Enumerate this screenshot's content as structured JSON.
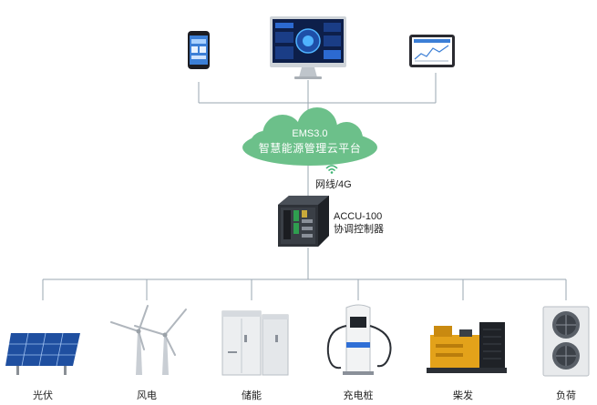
{
  "cloud": {
    "line1": "EMS3.0",
    "line2": "智慧能源管理云平台"
  },
  "connection": {
    "label": "网线/4G",
    "icon": "wifi-icon"
  },
  "controller": {
    "model": "ACCU-100",
    "name": "协调控制器"
  },
  "devices": [
    {
      "label": "光伏",
      "icon": "solar-panel-icon"
    },
    {
      "label": "风电",
      "icon": "wind-turbine-icon"
    },
    {
      "label": "储能",
      "icon": "energy-storage-cabinet-icon"
    },
    {
      "label": "充电桩",
      "icon": "ev-charger-icon"
    },
    {
      "label": "柴发",
      "icon": "diesel-generator-icon"
    },
    {
      "label": "负荷",
      "icon": "load-unit-icon"
    }
  ],
  "terminals": [
    {
      "icon": "smartphone-icon"
    },
    {
      "icon": "desktop-monitor-icon"
    },
    {
      "icon": "tablet-icon"
    }
  ],
  "colors": {
    "cloud": "#6cc08a",
    "wire": "#9aa7b2",
    "wifi": "#3cb371"
  }
}
